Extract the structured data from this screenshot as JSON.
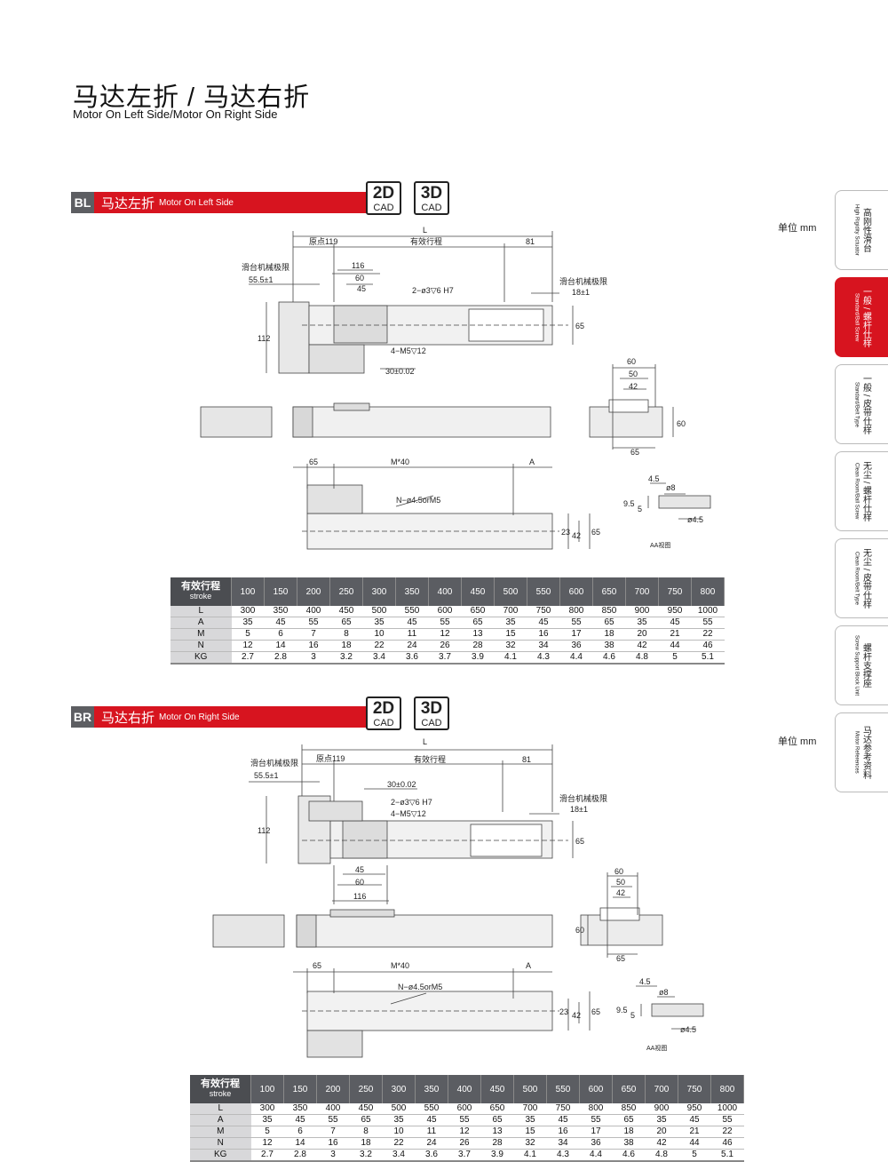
{
  "page": {
    "title": "马达左折 / 马达右折",
    "subtitle": "Motor On Left Side/Motor On Right Side",
    "unit": "单位 mm"
  },
  "sidetabs": [
    {
      "zh": "高刚性滑台",
      "en": "High Rigidity Sctuator",
      "active": false
    },
    {
      "zh": "一般 / 螺杆仕样",
      "en": "Standard/Ball Screw",
      "active": true
    },
    {
      "zh": "一般 / 皮带仕样",
      "en": "Standard/Belt Type",
      "active": false
    },
    {
      "zh": "无尘 / 螺杆仕样",
      "en": "Clean Room/Ball Screw",
      "active": false
    },
    {
      "zh": "无尘 / 皮带仕样",
      "en": "Clean Room/Belt Type",
      "active": false
    },
    {
      "zh": "螺杆支撑座",
      "en": "Screw Support Block Unit",
      "active": false
    },
    {
      "zh": "马达参考资料",
      "en": "Motor References",
      "active": false
    }
  ],
  "cad": {
    "twod": "2D",
    "threed": "3D",
    "label": "CAD"
  },
  "sections": [
    {
      "code": "BL",
      "zh": "马达左折",
      "en": "Motor On Left Side",
      "dims": {
        "L": "L",
        "origin": "原点119",
        "stroke": "有效行程",
        "d81": "81",
        "limit_left": "滑台机械极限",
        "d55": "55.5±1",
        "limit_right": "滑台机械极限",
        "d18": "18±1",
        "d116": "116",
        "d60": "60",
        "d45": "45",
        "hole1": "2−ø3▽6 H7",
        "hole2": "4−M5▽12",
        "d30": "30±0.02",
        "d112": "112",
        "d65": "65",
        "e60": "60",
        "e50": "50",
        "e42": "42",
        "e65": "65",
        "e60v": "60",
        "p65": "65",
        "pM": "M*40",
        "pA": "A",
        "pN": "N−ø4.5orM5",
        "p23": "23",
        "p42": "42",
        "p65v": "65",
        "a45": "4.5",
        "a8": "ø8",
        "a95": "9.5",
        "a5": "5",
        "a45b": "ø4.5",
        "aa": "AA视图"
      }
    },
    {
      "code": "BR",
      "zh": "马达右折",
      "en": "Motor On Right Side",
      "dims": {
        "L": "L",
        "origin": "原点119",
        "stroke": "有效行程",
        "d81": "81",
        "limit_left": "滑台机械极限",
        "d55": "55.5±1",
        "limit_right": "滑台机械极限",
        "d18": "18±1",
        "d116": "116",
        "d60": "60",
        "d45": "45",
        "hole1": "2−ø3▽6 H7",
        "hole2": "4−M5▽12",
        "d30": "30±0.02",
        "d112": "112",
        "d65": "65",
        "e60": "60",
        "e50": "50",
        "e42": "42",
        "e65": "65",
        "e60v": "60",
        "p65": "65",
        "pM": "M*40",
        "pA": "A",
        "pN": "N−ø4.5orM5",
        "p23": "23",
        "p42": "42",
        "p65v": "65",
        "a45": "4.5",
        "a8": "ø8",
        "a95": "9.5",
        "a5": "5",
        "a45b": "ø4.5",
        "aa": "AA视图"
      }
    }
  ],
  "spec_table": {
    "header_zh": "有效行程",
    "header_en": "stroke",
    "strokes": [
      "100",
      "150",
      "200",
      "250",
      "300",
      "350",
      "400",
      "450",
      "500",
      "550",
      "600",
      "650",
      "700",
      "750",
      "800"
    ],
    "rows": [
      {
        "label": "L",
        "values": [
          "300",
          "350",
          "400",
          "450",
          "500",
          "550",
          "600",
          "650",
          "700",
          "750",
          "800",
          "850",
          "900",
          "950",
          "1000"
        ]
      },
      {
        "label": "A",
        "values": [
          "35",
          "45",
          "55",
          "65",
          "35",
          "45",
          "55",
          "65",
          "35",
          "45",
          "55",
          "65",
          "35",
          "45",
          "55"
        ]
      },
      {
        "label": "M",
        "values": [
          "5",
          "6",
          "7",
          "8",
          "10",
          "11",
          "12",
          "13",
          "15",
          "16",
          "17",
          "18",
          "20",
          "21",
          "22"
        ]
      },
      {
        "label": "N",
        "values": [
          "12",
          "14",
          "16",
          "18",
          "22",
          "24",
          "26",
          "28",
          "32",
          "34",
          "36",
          "38",
          "42",
          "44",
          "46"
        ]
      },
      {
        "label": "KG",
        "values": [
          "2.7",
          "2.8",
          "3",
          "3.2",
          "3.4",
          "3.6",
          "3.7",
          "3.9",
          "4.1",
          "4.3",
          "4.4",
          "4.6",
          "4.8",
          "5",
          "5.1"
        ]
      }
    ]
  }
}
